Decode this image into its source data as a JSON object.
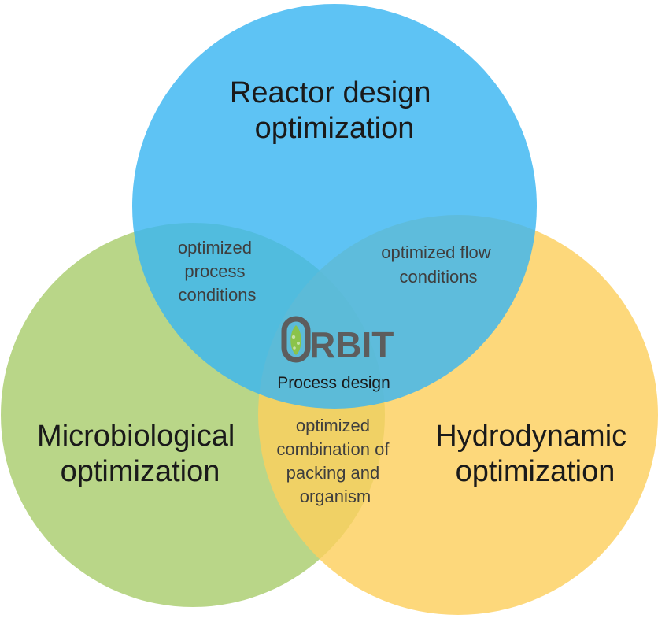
{
  "colors": {
    "reactor": "#3bb6f1",
    "micro": "#a9cd6e",
    "hydro": "#fcd05e",
    "orbit_leaf": "#8bc34a",
    "orbit_text": "#5d5d5d"
  },
  "circles": {
    "reactor": {
      "lines": [
        "Reactor design",
        "optimization"
      ]
    },
    "micro": {
      "lines": [
        "Microbiological",
        "optimization"
      ]
    },
    "hydro": {
      "lines": [
        "Hydrodynamic",
        "optimization"
      ]
    }
  },
  "intersections": {
    "reactor_micro": {
      "lines": [
        "optimized",
        "process",
        "conditions"
      ]
    },
    "reactor_hydro": {
      "lines": [
        "optimized flow",
        "conditions"
      ]
    },
    "micro_hydro": {
      "lines": [
        "optimized",
        "combination of",
        "packing and",
        "organism"
      ]
    }
  },
  "center": {
    "logo_text": "RBIT",
    "caption": "Process design"
  }
}
